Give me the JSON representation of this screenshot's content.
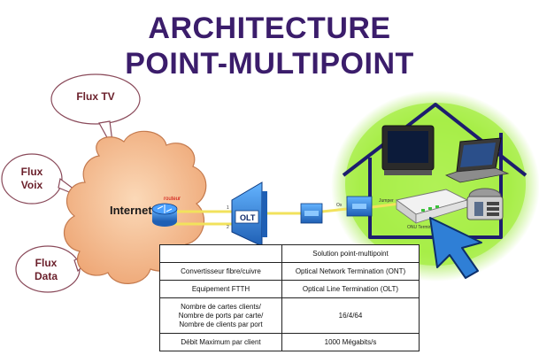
{
  "title": {
    "line1": "ARCHITECTURE",
    "line2": "POINT-MULTIPOINT"
  },
  "bubbles": {
    "tv": "Flux TV",
    "voix": "Flux\nVoix",
    "data": "Flux\nData"
  },
  "cloud_label": "Internet",
  "router_label": "routeur",
  "olt_label": "OLT",
  "table": {
    "header": [
      "",
      "Solution point-multipoint"
    ],
    "rows": [
      [
        "Convertisseur fibre/cuivre",
        "Optical Network Termination (ONT)"
      ],
      [
        "Equipement FTTH",
        "Optical Line Termination (OLT)"
      ],
      [
        "Nombre de cartes clients/\nNombre de ports par carte/\nNombre de clients par port",
        "16/4/64"
      ],
      [
        "Débit Maximum par client",
        "1000 Mégabits/s"
      ]
    ]
  },
  "colors": {
    "title": "#3b1d6b",
    "bubble_text": "#6a1f2a",
    "cloud": "#f2b98d",
    "house_glow": "#9be83a",
    "house_line": "#1d1d6e",
    "equipment": "#2f7fd6",
    "fiber": "#f2e25c"
  },
  "icons": [
    "router-icon",
    "splitter-icon",
    "ont-icon",
    "tv-icon",
    "laptop-icon",
    "modem-icon",
    "phone-icon",
    "cursor-arrow-icon"
  ]
}
